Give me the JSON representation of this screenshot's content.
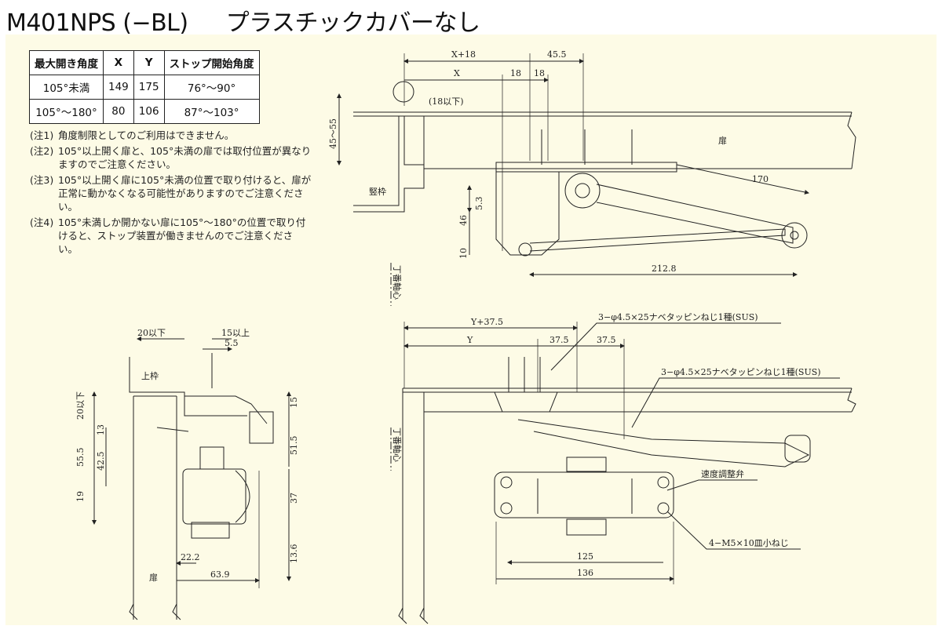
{
  "title": {
    "model": "M401NPS (−BL)",
    "subtitle": "プラスチックカバーなし"
  },
  "table": {
    "headers": [
      "最大開き角度",
      "X",
      "Y",
      "ストップ開始角度"
    ],
    "rows": [
      [
        "105°未満",
        "149",
        "175",
        "76°〜90°"
      ],
      [
        "105°〜180°",
        "80",
        "106",
        "87°〜103°"
      ]
    ]
  },
  "notes": [
    {
      "tag": "(注1)",
      "text": "角度制限としてのご利用はできません。"
    },
    {
      "tag": "(注2)",
      "text": "105°以上開く扉と、105°未満の扉では取付位置が異なりますのでご注意ください。"
    },
    {
      "tag": "(注3)",
      "text": "105°以上開く扉に105°未満の位置で取り付けると、扉が正常に動かなくなる可能性がありますのでご注意ください。"
    },
    {
      "tag": "(注4)",
      "text": "105°未満しか開かない扉に105°〜180°の位置で取り付けると、ストップ装置が働きませんのでご注意ください。"
    }
  ],
  "top_view": {
    "dim_x18": "X+18",
    "dim_45_5": "45.5",
    "dim_x": "X",
    "dim_18a": "18",
    "dim_18b": "18",
    "dim_18max": "(18以下)",
    "dim_45_55": "45〜55",
    "door": "扉",
    "jamb": "竪枠",
    "dim_170": "170",
    "dim_5_3": "5.3",
    "dim_46": "46",
    "dim_10": "10",
    "dim_212_8": "212.8",
    "hinge_axis": "丁番軸心"
  },
  "side_view": {
    "dim_20max": "20以下",
    "dim_15min": "15以上",
    "dim_5_5": "5.5",
    "head": "上枠",
    "dim_20max_v": "20以下",
    "dim_13": "13",
    "dim_55_5": "55.5",
    "dim_42_5": "42.5",
    "dim_19": "19",
    "dim_15": "15",
    "dim_51_5": "51.5",
    "dim_37": "37",
    "dim_13_6": "13.6",
    "dim_22_2": "22.2",
    "dim_63_9": "63.9",
    "door": "扉"
  },
  "front_view": {
    "dim_y37_5": "Y+37.5",
    "dim_y": "Y",
    "dim_37_5a": "37.5",
    "dim_37_5b": "37.5",
    "screw1": "3−φ4.5×25ナベタッピンねじ1種(SUS)",
    "screw2": "3−φ4.5×25ナベタッピンねじ1種(SUS)",
    "hinge_axis": "丁番軸心",
    "valve": "速度調整弁",
    "screw3": "4−M5×10皿小ねじ",
    "dim_125": "125",
    "dim_136": "136"
  }
}
